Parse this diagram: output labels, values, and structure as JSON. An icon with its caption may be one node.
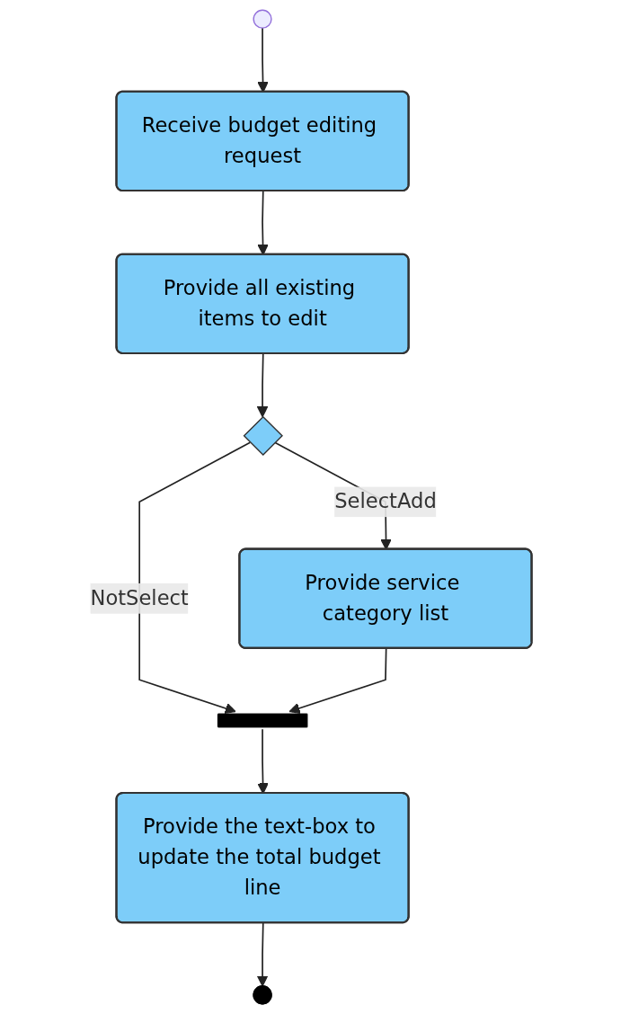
{
  "diagram": {
    "nodes": [
      {
        "text": [],
        "shape": "circle"
      },
      {
        "text": [
          "Receive budget editing request"
        ]
      },
      {
        "text": [
          "Provide all existing items to edit"
        ]
      },
      {
        "text": [],
        "shape": "diamond"
      },
      {
        "text": [
          "Provide service category list"
        ]
      },
      {
        "text": [],
        "shape": "bar"
      },
      {
        "text": [
          "Provide the text-box to update the total budget line"
        ]
      },
      {
        "text": [],
        "shape": "circle"
      }
    ],
    "edges": [
      {
        "from": 0,
        "to": 1,
        "arrow": "to"
      },
      {
        "from": 1,
        "to": 2,
        "arrow": "to"
      },
      {
        "from": 2,
        "to": 3,
        "arrow": "to"
      },
      {
        "from": 3,
        "to": 4,
        "arrow": "to",
        "label": "SelectAdd"
      },
      {
        "from": 3,
        "to": 5,
        "arrow": "to",
        "label": "NotSelect"
      },
      {
        "from": 4,
        "to": 5,
        "arrow": "to"
      },
      {
        "from": 5,
        "to": 6,
        "arrow": "to"
      },
      {
        "from": 6,
        "to": 7,
        "arrow": "to"
      }
    ]
  }
}
